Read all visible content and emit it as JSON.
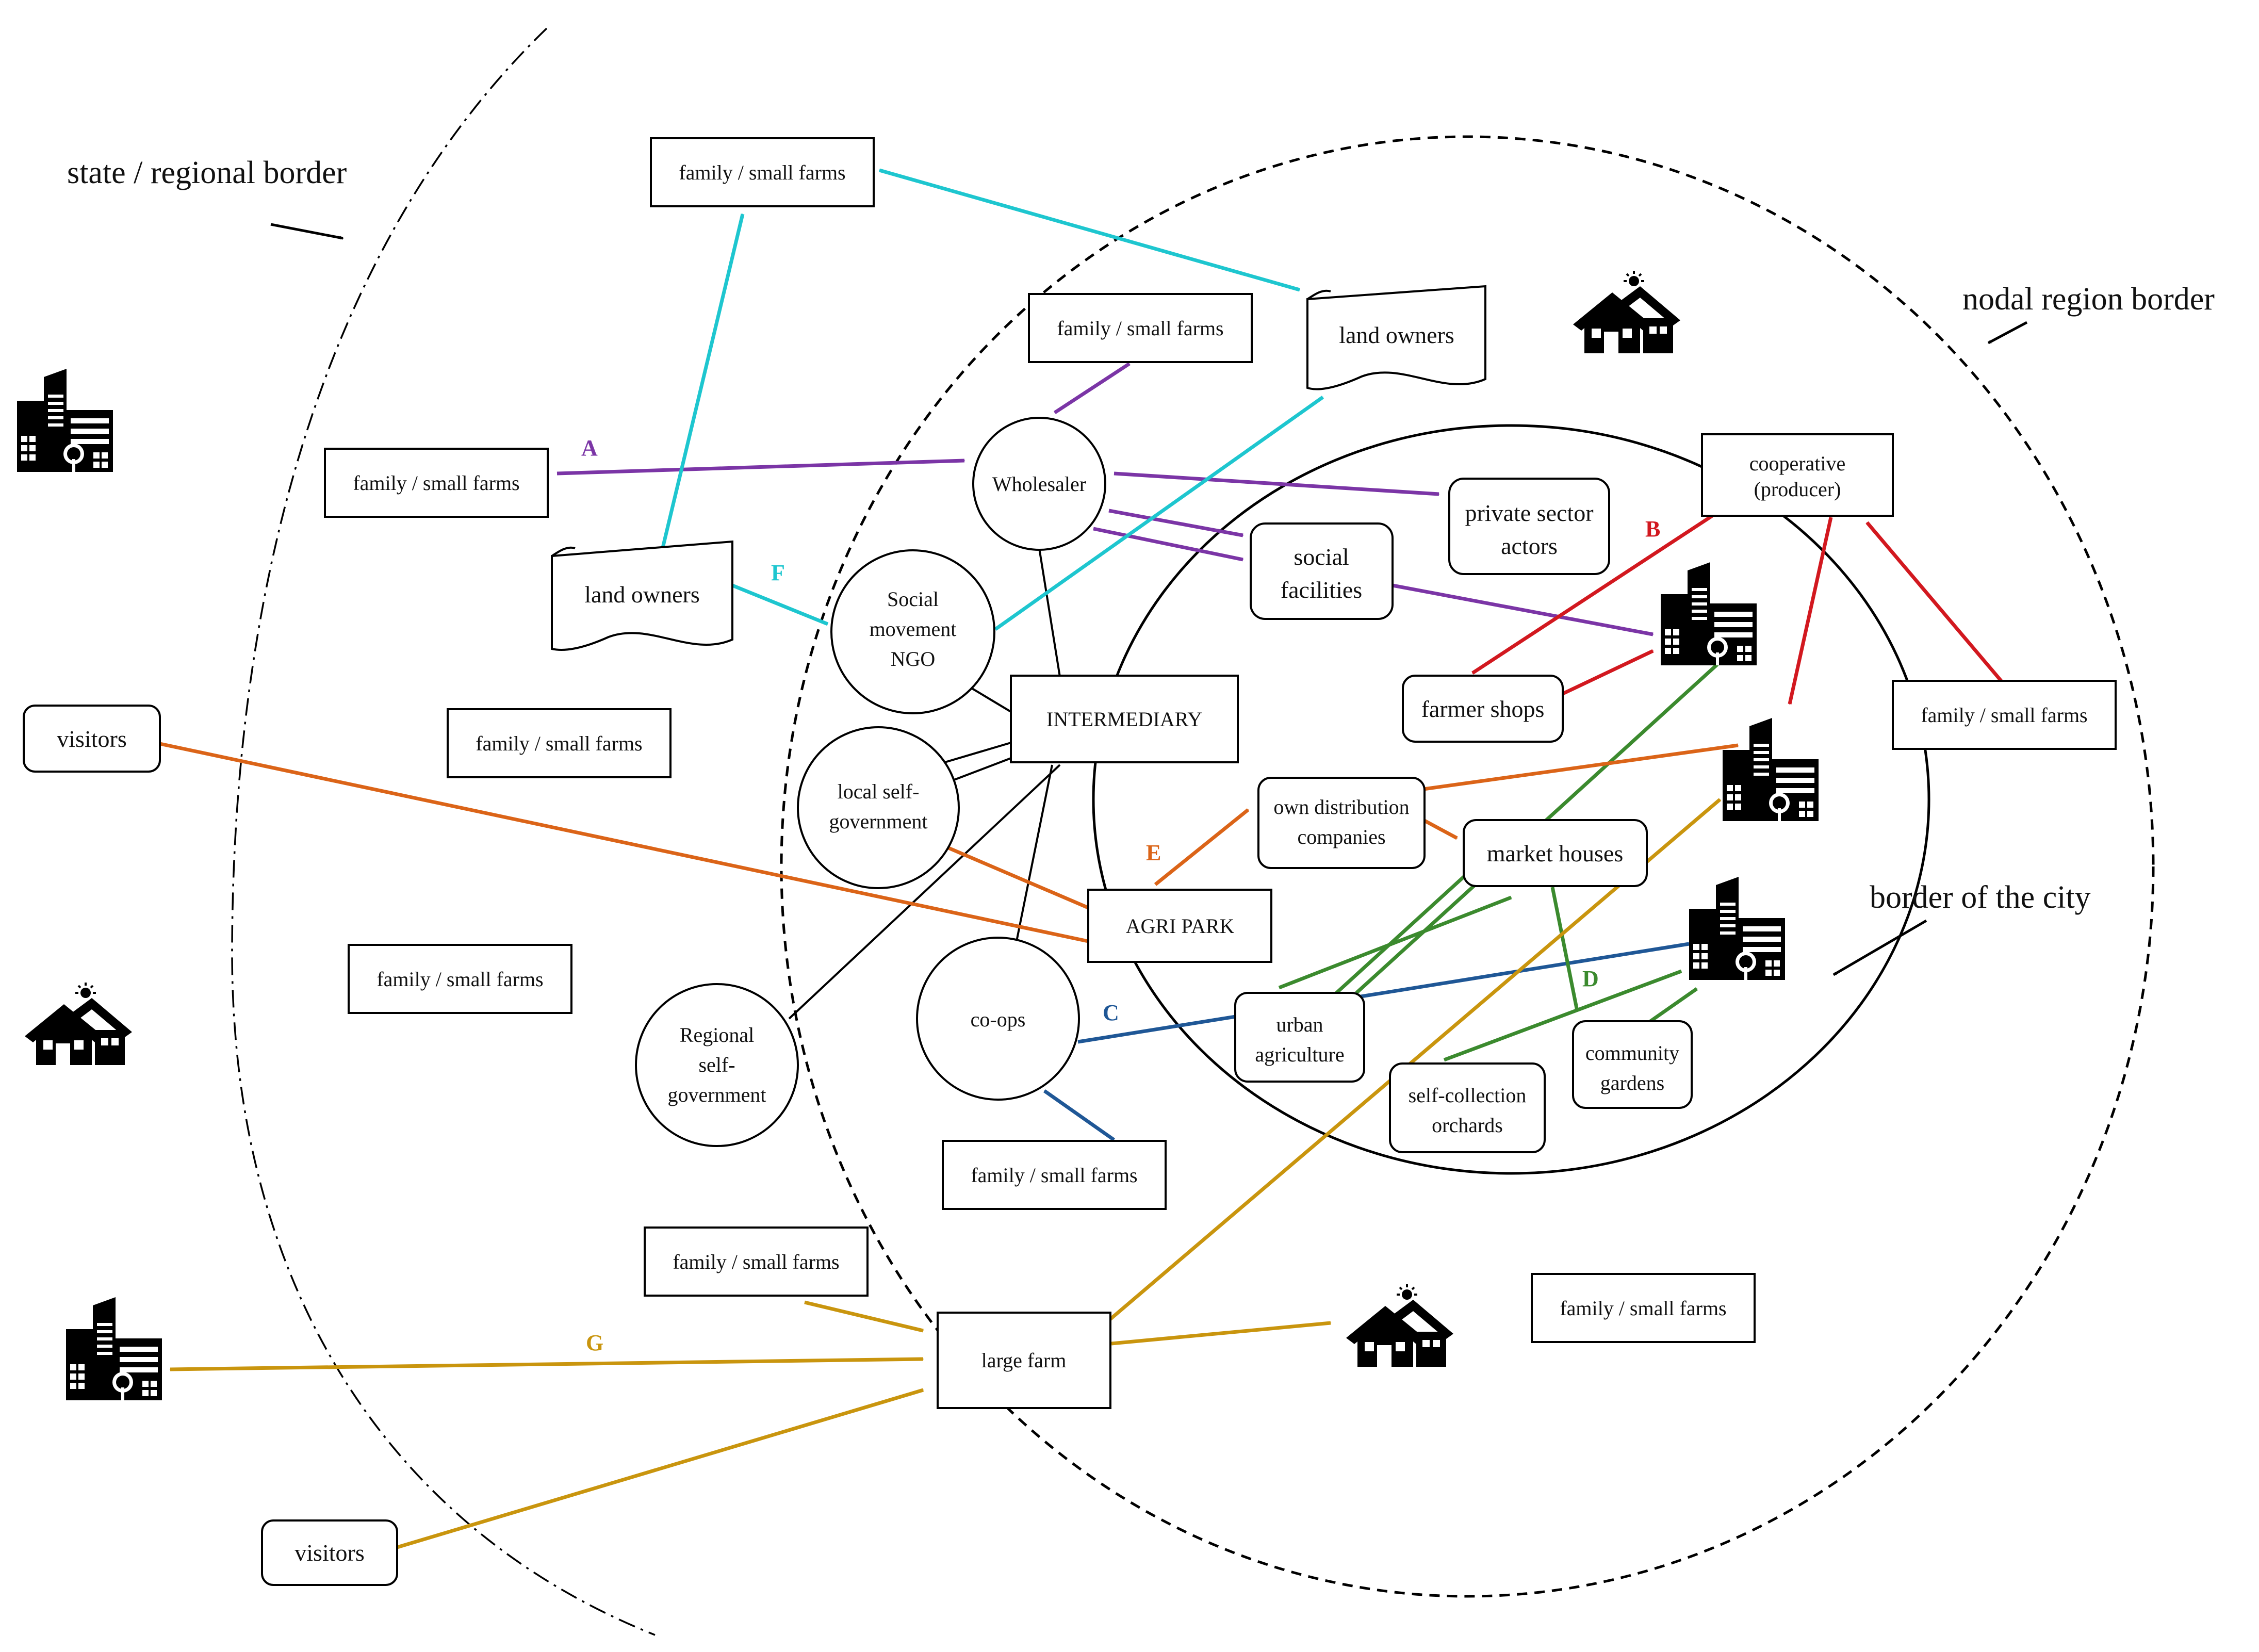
{
  "border_labels": {
    "state": "state / regional border",
    "nodal": "nodal region border",
    "city": "border of the city"
  },
  "nodes": {
    "farms_top": "family / small farms",
    "farms_wholesaler": "family / small farms",
    "farms_left": "family / small farms",
    "farms_mid_left": "family / small farms",
    "farms_lower_left": "family / small farms",
    "farms_right": "family / small farms",
    "farms_coops": "family / small farms",
    "farms_large": "family / small farms",
    "farms_bottom_right": "family / small farms",
    "land_owners_top": "land owners",
    "land_owners_left": "land owners",
    "wholesaler": "Wholesaler",
    "social_movement": [
      "Social",
      "movement",
      "NGO"
    ],
    "intermediary": "INTERMEDIARY",
    "local_self_gov": [
      "local self-",
      "government"
    ],
    "regional_self_gov": [
      "Regional",
      "self-",
      "government"
    ],
    "co_ops": "co-ops",
    "agri_park": "AGRI PARK",
    "own_distribution": [
      "own distribution",
      "companies"
    ],
    "market_houses": "market houses",
    "private_sector": [
      "private sector",
      "actors"
    ],
    "social_facilities": [
      "social",
      "facilities"
    ],
    "cooperative": [
      "cooperative",
      "(producer)"
    ],
    "farmer_shops": "farmer shops",
    "urban_agriculture": [
      "urban",
      "agriculture"
    ],
    "community_gardens": [
      "community",
      "gardens"
    ],
    "self_collection": [
      "self-collection",
      "orchards"
    ],
    "large_farm": "large farm",
    "visitors_top": "visitors",
    "visitors_bottom": "visitors"
  },
  "flow_labels": {
    "A": "A",
    "B": "B",
    "C": "C",
    "D": "D",
    "E": "E",
    "F": "F",
    "G": "G"
  },
  "icons": [
    "office-building-icon",
    "house-icon"
  ],
  "colors": {
    "A": "#7b35a6",
    "B": "#d2181f",
    "C": "#1f5796",
    "D": "#3b8a2e",
    "E": "#db6418",
    "F": "#1ec6cf",
    "G": "#c9950e",
    "line": "#000000"
  }
}
